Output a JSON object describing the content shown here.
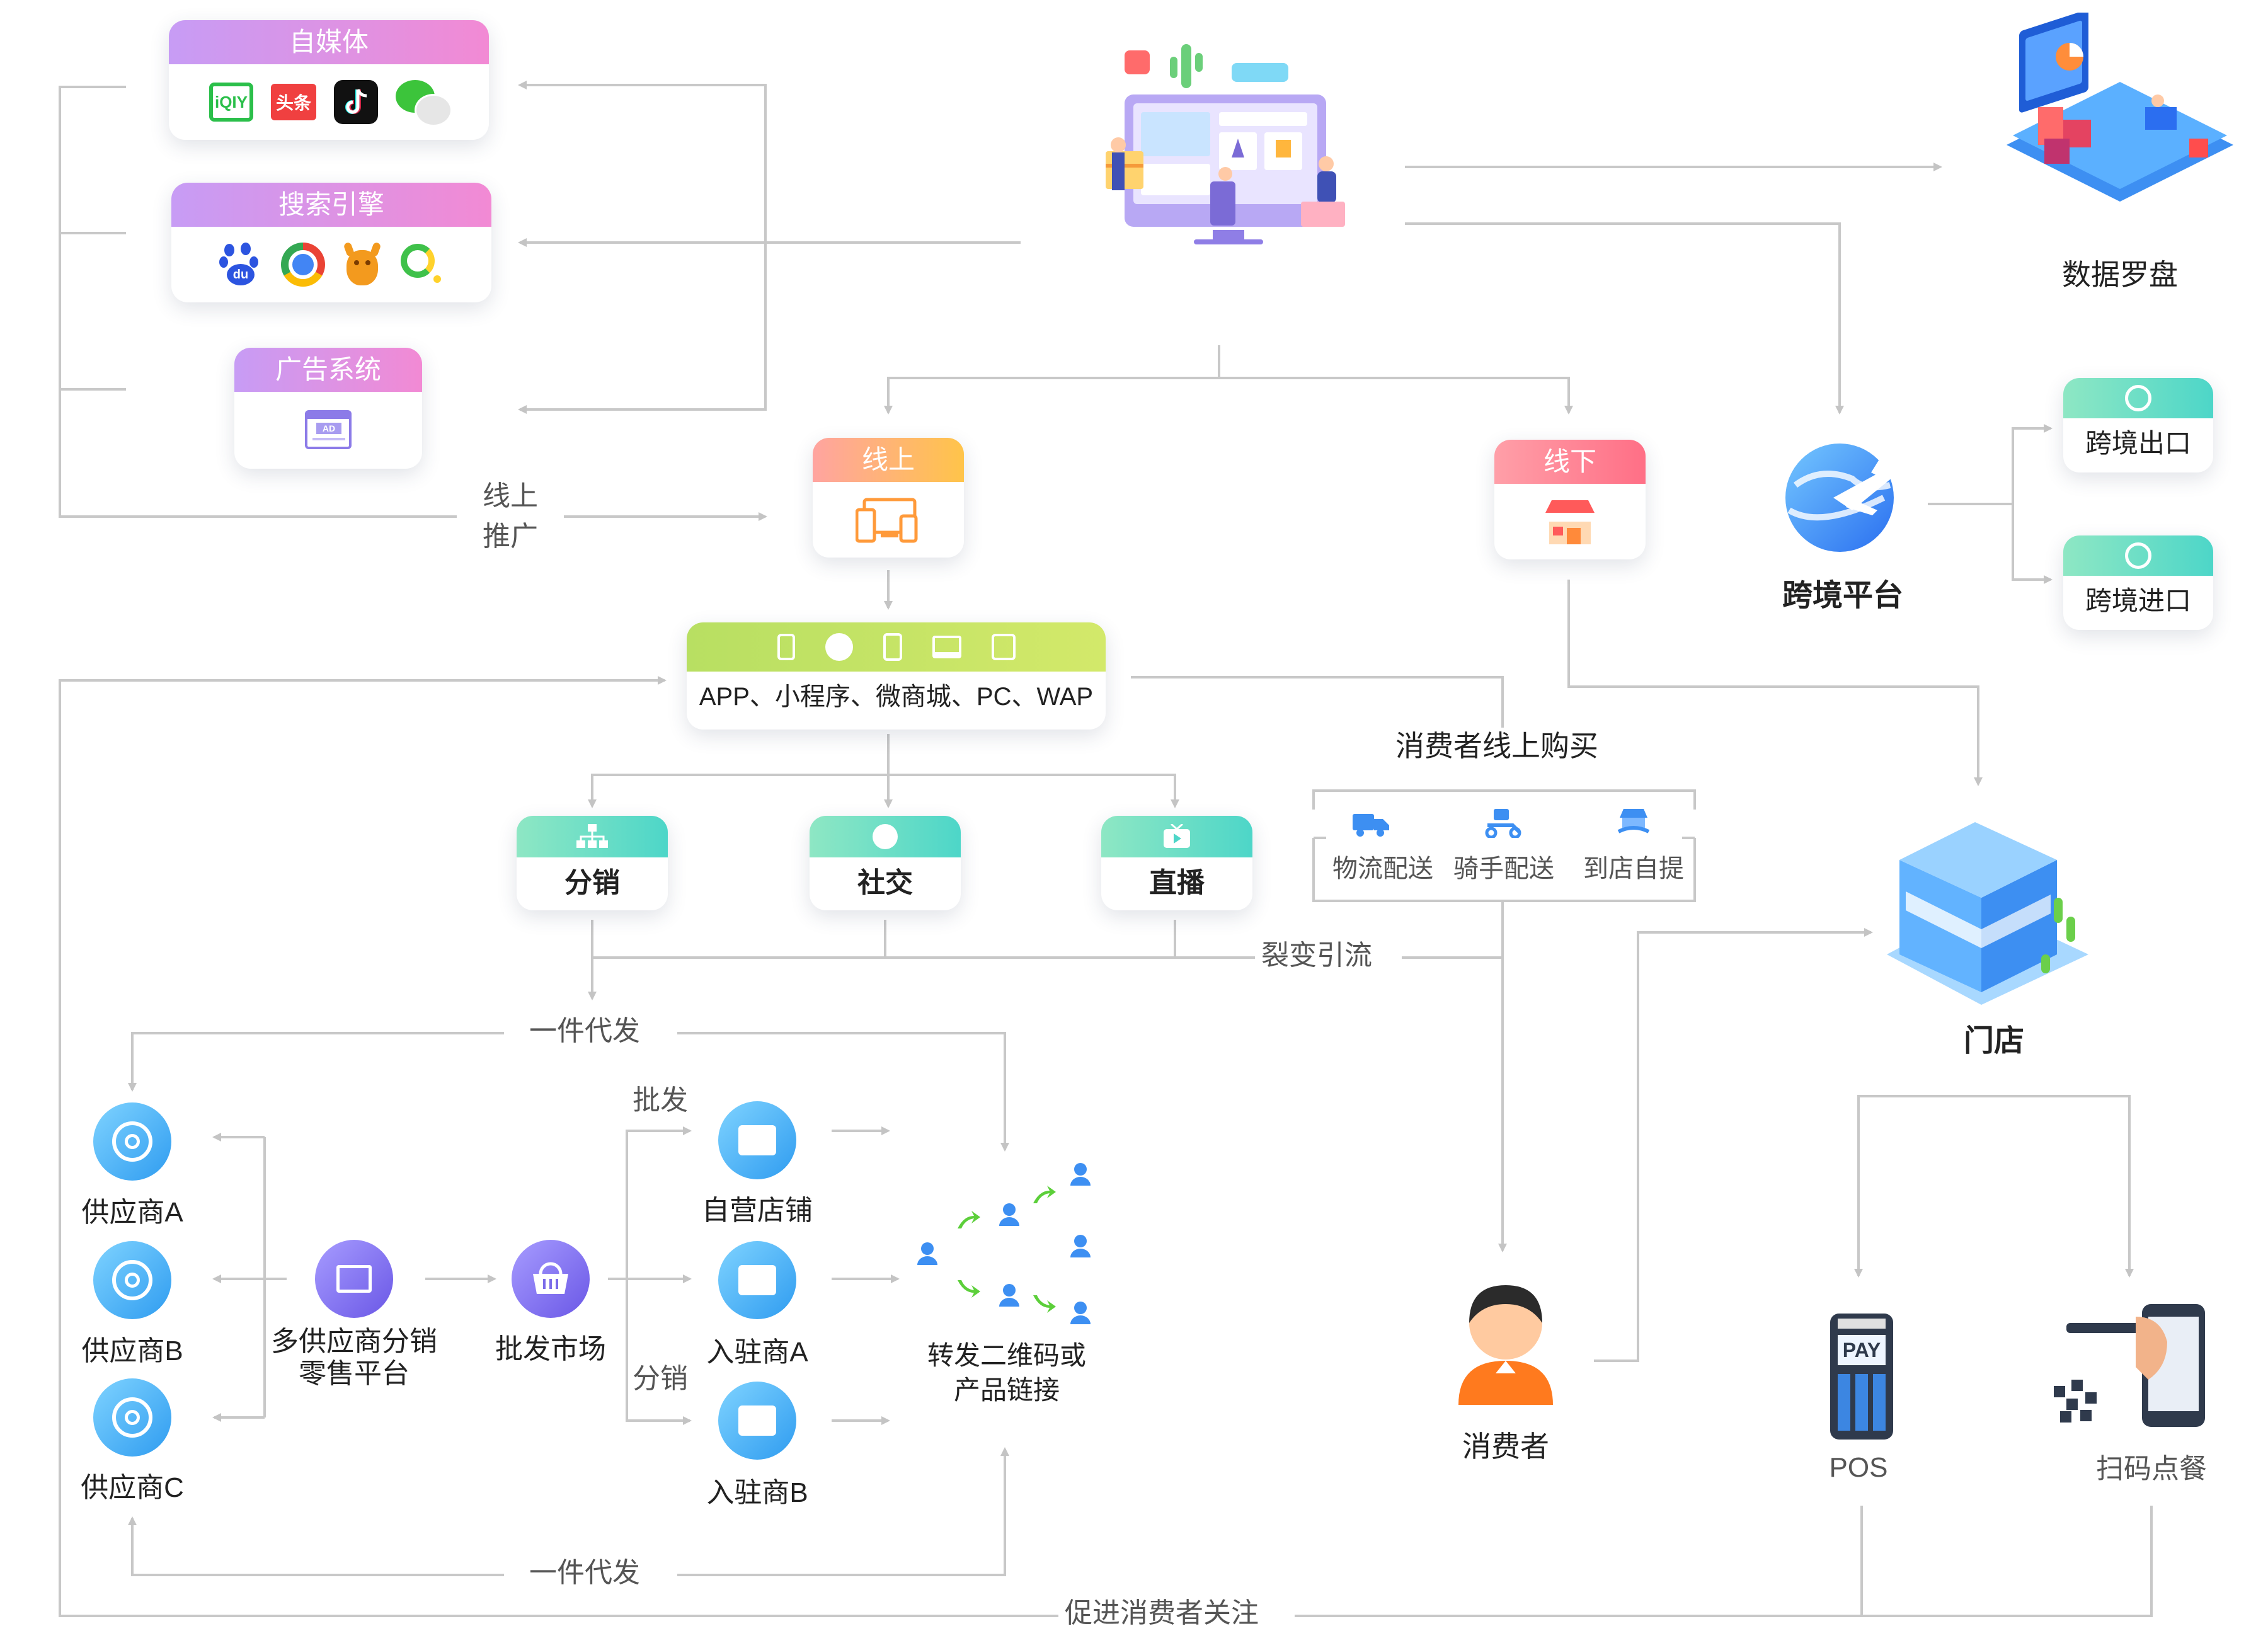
{
  "media": {
    "title": "自媒体",
    "icons": [
      "iqiyi-icon",
      "toutiao-icon",
      "douyin-icon",
      "wechat-icon"
    ],
    "iqiyi_text": "iQIY",
    "toutiao_text": "头条"
  },
  "search": {
    "title": "搜索引擎",
    "icons": [
      "baidu-icon",
      "chrome-icon",
      "uc-icon",
      "qihoo-icon"
    ],
    "baidu_text": "du"
  },
  "ads": {
    "title": "广告系统",
    "ad_text": "AD"
  },
  "promo_label_1": "线上",
  "promo_label_2": "推广",
  "compass_label": "数据罗盘",
  "online_title": "线上",
  "offline_title": "线下",
  "cross_border": {
    "label": "跨境平台",
    "export": "跨境出口",
    "import": "跨境进口"
  },
  "channels": {
    "text": "APP、小程序、微商城、PC、WAP"
  },
  "consumer_buy": "消费者线上购买",
  "delivery": {
    "logistics": "物流配送",
    "rider": "骑手配送",
    "pickup": "到店自提"
  },
  "modes": {
    "distribution": "分销",
    "social": "社交",
    "live": "直播"
  },
  "fission": "裂变引流",
  "dropship_top": "一件代发",
  "dropship_bottom": "一件代发",
  "suppliers": [
    "供应商A",
    "供应商B",
    "供应商C"
  ],
  "platform_line1": "多供应商分销",
  "platform_line2": "零售平台",
  "wholesale_market": "批发市场",
  "wholesale": "批发",
  "distribute": "分销",
  "shops": {
    "self": "自营店铺",
    "merchant_a": "入驻商A",
    "merchant_b": "入驻商B"
  },
  "forward_line1": "转发二维码或",
  "forward_line2": "产品链接",
  "store": "门店",
  "consumer": "消费者",
  "pos": "POS",
  "pos_screen": "PAY",
  "scan": "扫码点餐",
  "promote_follow": "促进消费者关注",
  "colors": {
    "line": "#c8c8c8",
    "arrow": "#bdbdbd",
    "pink_grad_start": "#c79cf5",
    "pink_grad_end": "#f28ad4",
    "orange_grad_start": "#ffa4a0",
    "orange_grad_end": "#ffc44a",
    "green_grad_start": "#b8df62",
    "green_grad_end": "#d3e96a",
    "teal_grad_start": "#8ee7c4",
    "teal_grad_end": "#4dd6c8",
    "blue": "#3d8ff2"
  }
}
